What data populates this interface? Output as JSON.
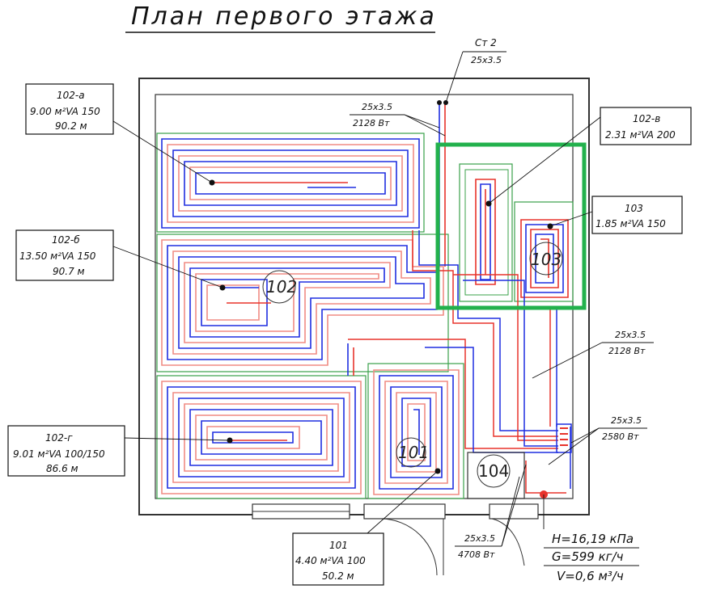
{
  "title": "План первого этажа",
  "riser": {
    "name": "Ст 2",
    "pipe": "25x3.5"
  },
  "upper_lead": {
    "pipe": "25x3.5",
    "power": "2128 Вт"
  },
  "rooms": [
    {
      "id": "102-a",
      "label": "102-а",
      "area": "9.00 м²VA 150",
      "length": "90.2 м"
    },
    {
      "id": "102-b",
      "label": "102-б",
      "area": "13.50 м²VA 150",
      "length": "90.7 м"
    },
    {
      "id": "102-v",
      "label": "102-в",
      "area": "2.31 м²VA 200"
    },
    {
      "id": "103",
      "label": "103",
      "area": "1.85 м²VA 150"
    },
    {
      "id": "102-g",
      "label": "102-г",
      "area": "9.01 м²VA 100/150",
      "length": "86.6 м"
    },
    {
      "id": "101",
      "label": "101",
      "area": "4.40 м²VA 100",
      "length": "50.2 м"
    }
  ],
  "room_numbers": {
    "r102": "102",
    "r103": "103",
    "r101": "101",
    "r104": "104"
  },
  "leads": [
    {
      "id": "lead-middle",
      "pipe": "25x3.5",
      "power": "2128 Вт"
    },
    {
      "id": "lead-right",
      "pipe": "25x3.5",
      "power": "2580 Вт"
    },
    {
      "id": "lead-bottom",
      "pipe": "25x3.5",
      "power": "4708 Вт"
    }
  ],
  "summary": {
    "pressure": "H=16,19 кПа",
    "flow": "G=599 кг/ч",
    "volume": "V=0,6 м³/ч"
  },
  "colors": {
    "supply": "#e8332b",
    "return": "#1f2fe0",
    "zone": "#3aa14a",
    "highlight": "#22b14c",
    "supply_light": "#f08c84"
  }
}
